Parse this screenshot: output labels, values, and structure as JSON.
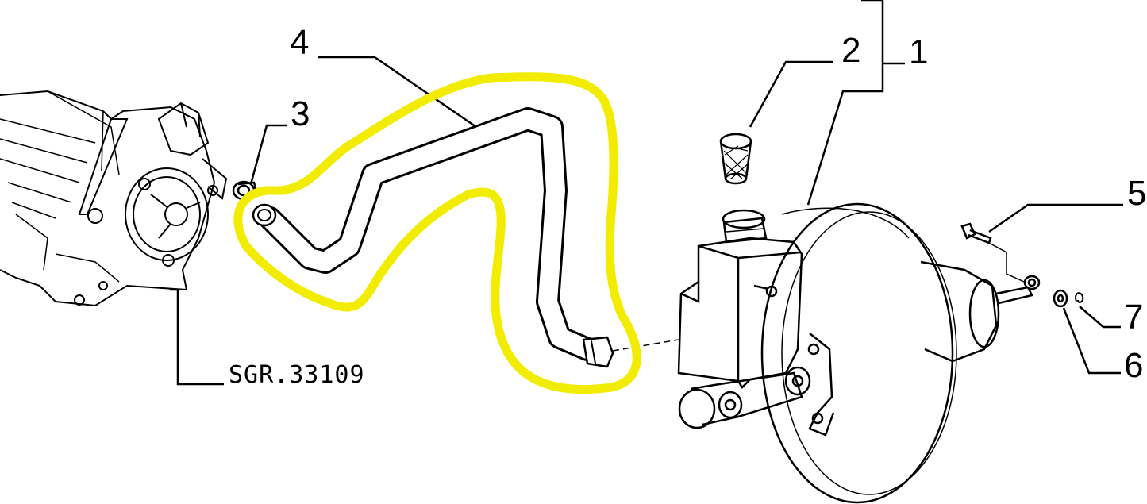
{
  "diagram": {
    "callouts": {
      "c1": "1",
      "c2": "2",
      "c3": "3",
      "c4": "4",
      "c5": "5",
      "c6": "6",
      "c7": "7"
    },
    "reference_code": "SGR.33109",
    "highlight_color": "#f2ec00",
    "line_color": "#000000"
  }
}
